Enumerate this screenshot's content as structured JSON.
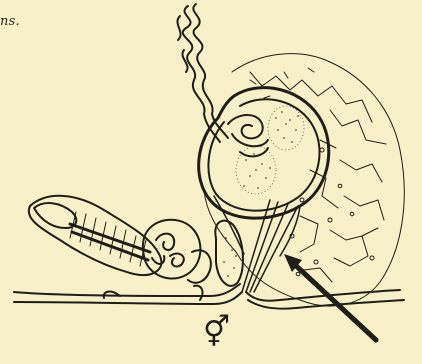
{
  "caption_fragment": "ns.",
  "sex_symbol": "⚥",
  "colors": {
    "paper": "#f7f0c8",
    "ink": "#1f1e19"
  },
  "parts": [
    "convoluted-duct",
    "oviduct-bulb",
    "stippled-glands",
    "cellular-tissue-mass",
    "spermatheca",
    "coiled-gland",
    "small-stippled-sac",
    "genital-pore",
    "pointer-arrow"
  ]
}
